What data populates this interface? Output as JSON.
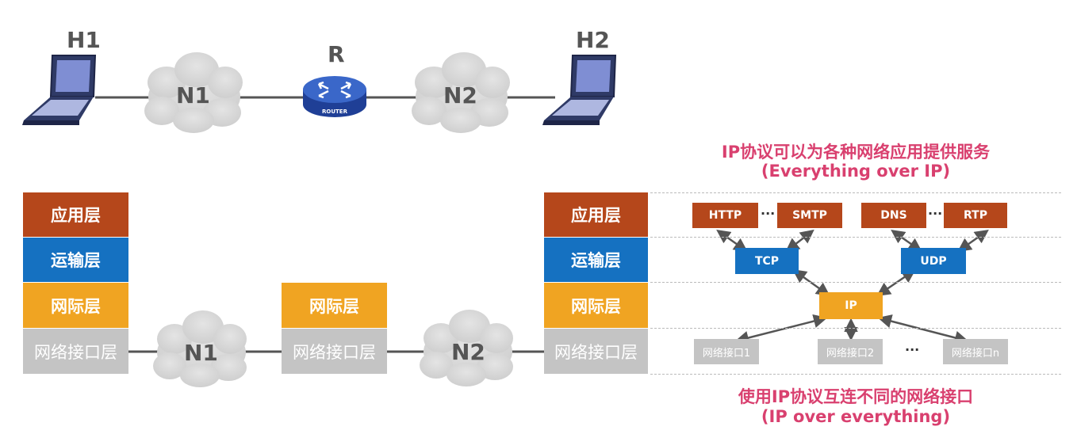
{
  "topology": {
    "host1": "H1",
    "host2": "H2",
    "router_label": "R",
    "router_badge": "ROUTER",
    "net1": "N1",
    "net2": "N2"
  },
  "stack": {
    "app": "应用层",
    "transport": "运输层",
    "network": "网际层",
    "link": "网络接口层"
  },
  "protocols": {
    "top_title": "IP协议可以为各种网络应用提供服务",
    "top_subtitle": "(Everything over IP)",
    "apps": [
      "HTTP",
      "SMTP",
      "DNS",
      "RTP"
    ],
    "ellipsis": "···",
    "transport": [
      "TCP",
      "UDP"
    ],
    "ip": "IP",
    "interfaces": [
      "网络接口1",
      "网络接口2",
      "网络接口n"
    ],
    "bottom_title": "使用IP协议互连不同的网络接口",
    "bottom_subtitle": "(IP over everything)"
  },
  "colors": {
    "app": "#b5471b",
    "transport": "#1571c1",
    "network": "#f0a422",
    "link": "#c4c4c4",
    "highlight": "#d9406f"
  }
}
